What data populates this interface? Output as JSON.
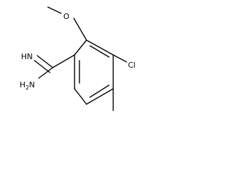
{
  "molecule": {
    "atoms": {
      "oxygen": "O",
      "chlorine": "Cl",
      "imine": "HN",
      "amine": "H",
      "amine_sub": "2",
      "amine_n": "N"
    }
  },
  "colors": {
    "bond": "#000000",
    "text": "#000000",
    "background": "#ffffff"
  }
}
